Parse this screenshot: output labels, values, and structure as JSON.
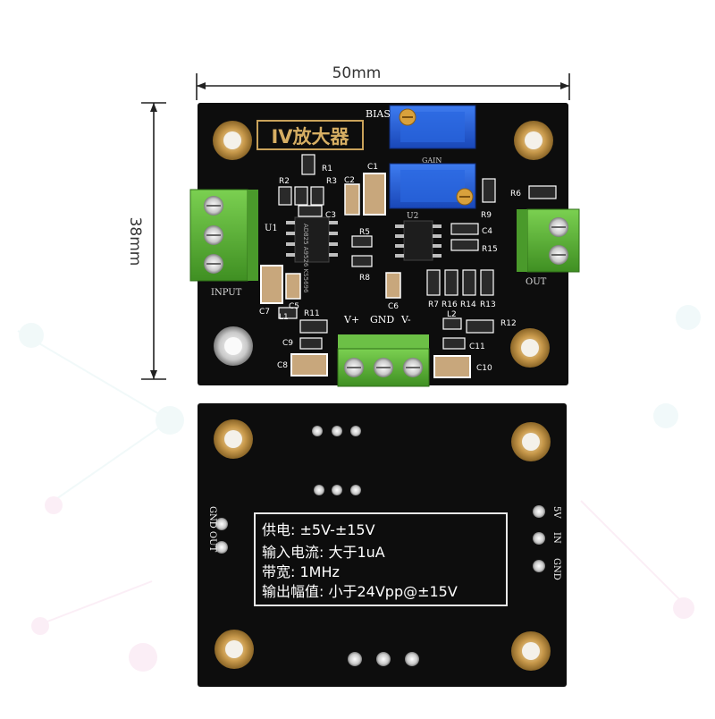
{
  "dimensions": {
    "width_label": "50mm",
    "height_label": "38mm"
  },
  "front_board": {
    "title": "IV放大器",
    "input_label": "INPUT",
    "output_label": "OUT",
    "bias_label": "BIAS",
    "gain_label": "GAIN",
    "power_labels": [
      "V+",
      "GND",
      "V-"
    ],
    "chip_u1_label": "U1",
    "chip_u1_marking": "AD825\nA9526\nKS5696",
    "chip_u2_label": "U2",
    "components": [
      "R1",
      "R2",
      "R3",
      "C1",
      "C2",
      "C3",
      "R5",
      "R8",
      "C4",
      "R15",
      "R9",
      "R6",
      "C5",
      "C6",
      "C7",
      "L1",
      "R11",
      "C9",
      "C8",
      "R7",
      "R16",
      "R14",
      "R13",
      "L2",
      "R12",
      "C11",
      "C10"
    ]
  },
  "back_board": {
    "spec_lines": [
      "供电: ±5V-±15V",
      "输入电流: 大于1uA",
      "带宽: 1MHz",
      "输出幅值: 小于24Vpp@±15V"
    ],
    "left_pins_label": "GND OUT",
    "right_pins_labels": [
      "5V",
      "IN",
      "GND"
    ]
  },
  "colors": {
    "pcb": "#0d0d0d",
    "terminal": "#5cb338",
    "pad": "#c79a4a",
    "trimmer": "#1f5fd8",
    "silkscreen": "#ffffff"
  }
}
